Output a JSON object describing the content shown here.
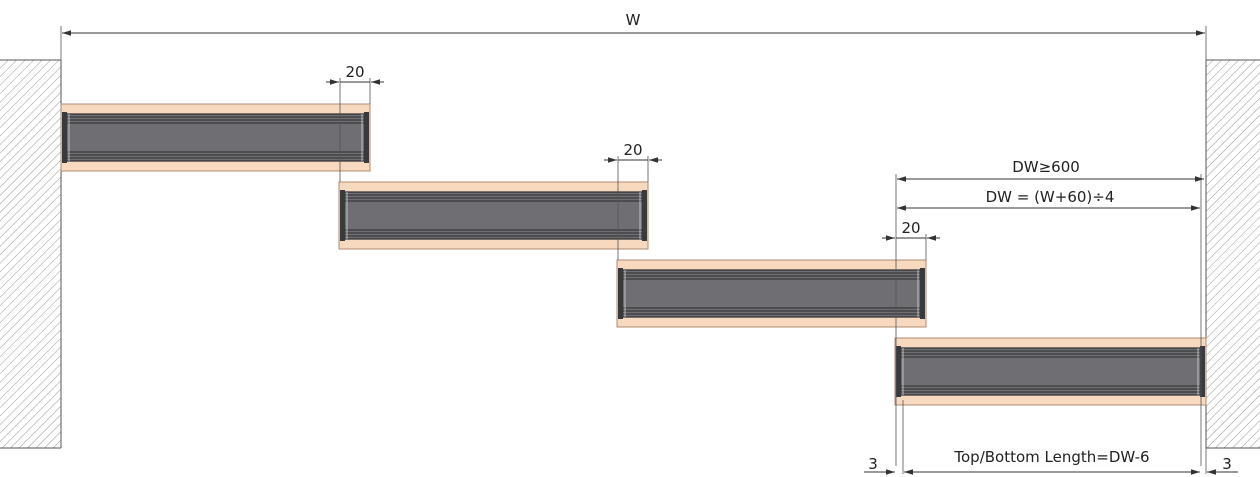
{
  "dimensions": {
    "total_width": "W",
    "overlap_1": "20",
    "overlap_2": "20",
    "overlap_3": "20",
    "door_width_min": "DW≥600",
    "door_width_formula": "DW = (W+60)÷4",
    "top_bottom_length": "Top/Bottom Length=DW-6",
    "gap_left": "3",
    "gap_right": "3"
  },
  "colors": {
    "frame_fill": "#f7d9c0",
    "frame_stroke": "#b08a70",
    "panel_fill": "#6f6f73",
    "panel_stripe": "#2b2b2e",
    "wall_hatch": "#9a9a9a",
    "dim_line": "#333333"
  }
}
